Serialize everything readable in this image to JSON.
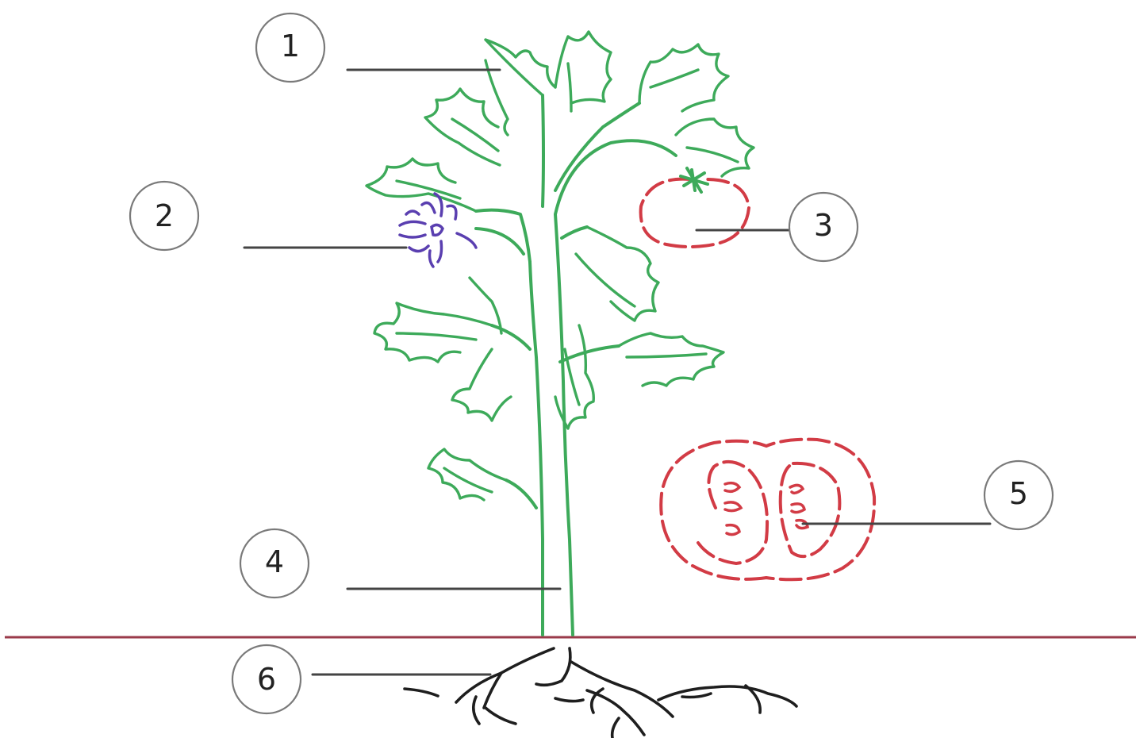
{
  "colors": {
    "plant": "#3daa5a",
    "flower": "#5a3fb0",
    "fruit": "#d23b45",
    "root": "#1e1e1e",
    "ground": "#9a3a4a",
    "callout_stroke": "#7a7a7a",
    "leader": "#444444"
  },
  "icons": {
    "plant": "tomato-plant-icon",
    "flower": "flower-icon",
    "fruit": "tomato-fruit-icon",
    "fruit_section": "tomato-cross-section-icon",
    "roots": "roots-icon"
  },
  "callouts": [
    {
      "id": "1",
      "label": "1",
      "part": "leaf"
    },
    {
      "id": "2",
      "label": "2",
      "part": "flower"
    },
    {
      "id": "3",
      "label": "3",
      "part": "fruit"
    },
    {
      "id": "4",
      "label": "4",
      "part": "stem"
    },
    {
      "id": "5",
      "label": "5",
      "part": "seed"
    },
    {
      "id": "6",
      "label": "6",
      "part": "root"
    }
  ]
}
